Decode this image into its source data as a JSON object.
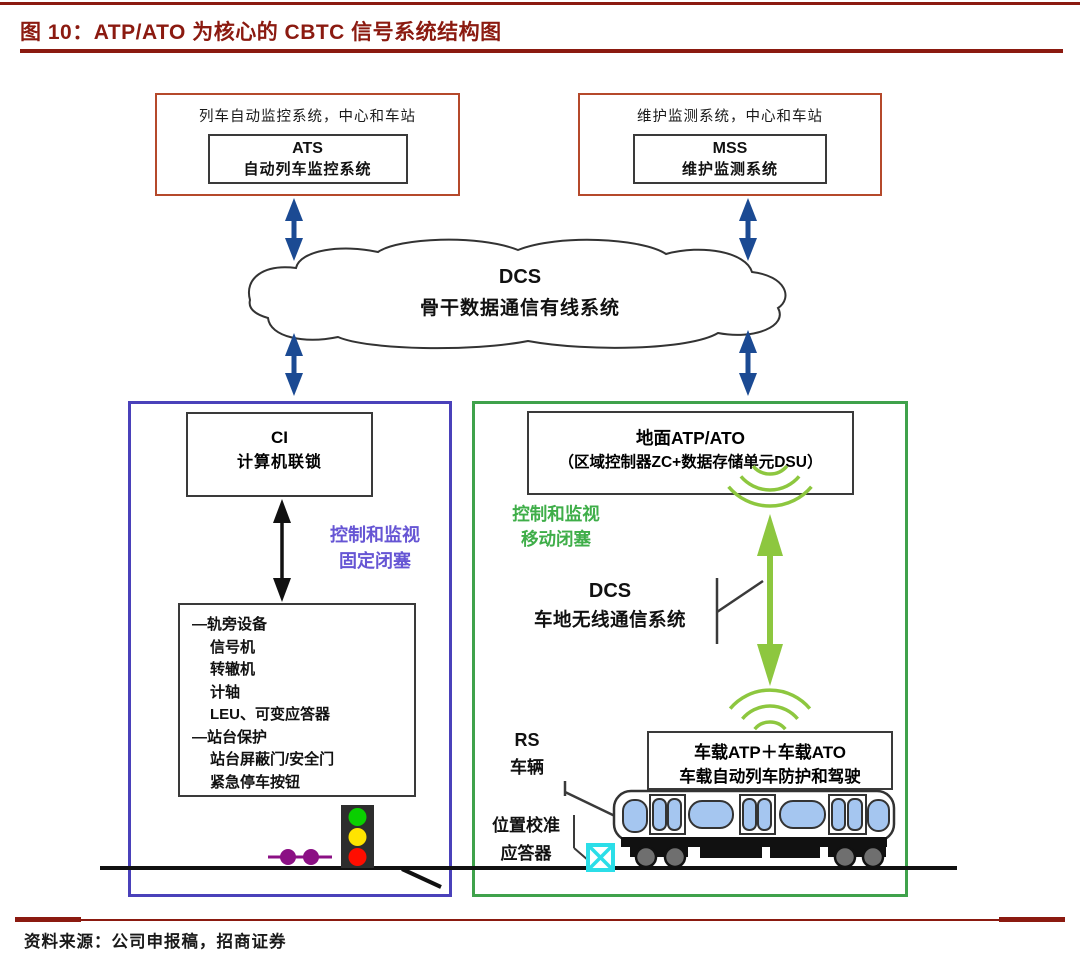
{
  "figure": {
    "title": "图 10：ATP/ATO 为核心的 CBTC 信号系统结构图",
    "source": "资料来源：公司申报稿，招商证券"
  },
  "colors": {
    "accent_dark_red": "#8B1A10",
    "top_box_border": "#B5492B",
    "arrow_navy": "#1B4A93",
    "left_frame_purple": "#4A41BA",
    "note_purple": "#6655D4",
    "right_frame_green": "#3FA24B",
    "note_green": "#3FAE49",
    "radio_lime": "#8DC73F",
    "balise_cyan": "#2BDEE8",
    "axle_magenta": "#8B1084",
    "signal_green": "#0ACF00",
    "signal_yellow": "#FFE400",
    "signal_red": "#FF0D00",
    "train_window_blue": "#A5C6F0"
  },
  "diagram": {
    "ats": {
      "caption": "列车自动监控系统，中心和车站",
      "abbr": "ATS",
      "name": "自动列车监控系统"
    },
    "mss": {
      "caption": "维护监测系统，中心和车站",
      "abbr": "MSS",
      "name": "维护监测系统"
    },
    "dcs_cloud": {
      "abbr": "DCS",
      "name": "骨干数据通信有线系统"
    },
    "ci": {
      "abbr": "CI",
      "name": "计算机联锁"
    },
    "fixed_block_note": {
      "line1": "控制和监视",
      "line2": "固定闭塞"
    },
    "trackside": {
      "items": [
        {
          "text": "—轨旁设备"
        },
        {
          "text": "信号机"
        },
        {
          "text": "转辙机"
        },
        {
          "text": "计轴"
        },
        {
          "text": "LEU、可变应答器"
        },
        {
          "text": "—站台保护"
        },
        {
          "text": "站台屏蔽门/安全门"
        },
        {
          "text": "紧急停车按钮"
        }
      ]
    },
    "ground_atp": {
      "line1": "地面ATP/ATO",
      "line2": "（区域控制器ZC+数据存储单元DSU）"
    },
    "moving_block_note": {
      "line1": "控制和监视",
      "line2": "移动闭塞"
    },
    "dcs_radio": {
      "abbr": "DCS",
      "name": "车地无线通信系统"
    },
    "onboard": {
      "line1": "车载ATP＋车载ATO",
      "line2": "车载自动列车防护和驾驶"
    },
    "rs_label": {
      "line1": "RS",
      "line2": "车辆"
    },
    "balise_label": {
      "line1": "位置校准",
      "line2": "应答器"
    }
  }
}
